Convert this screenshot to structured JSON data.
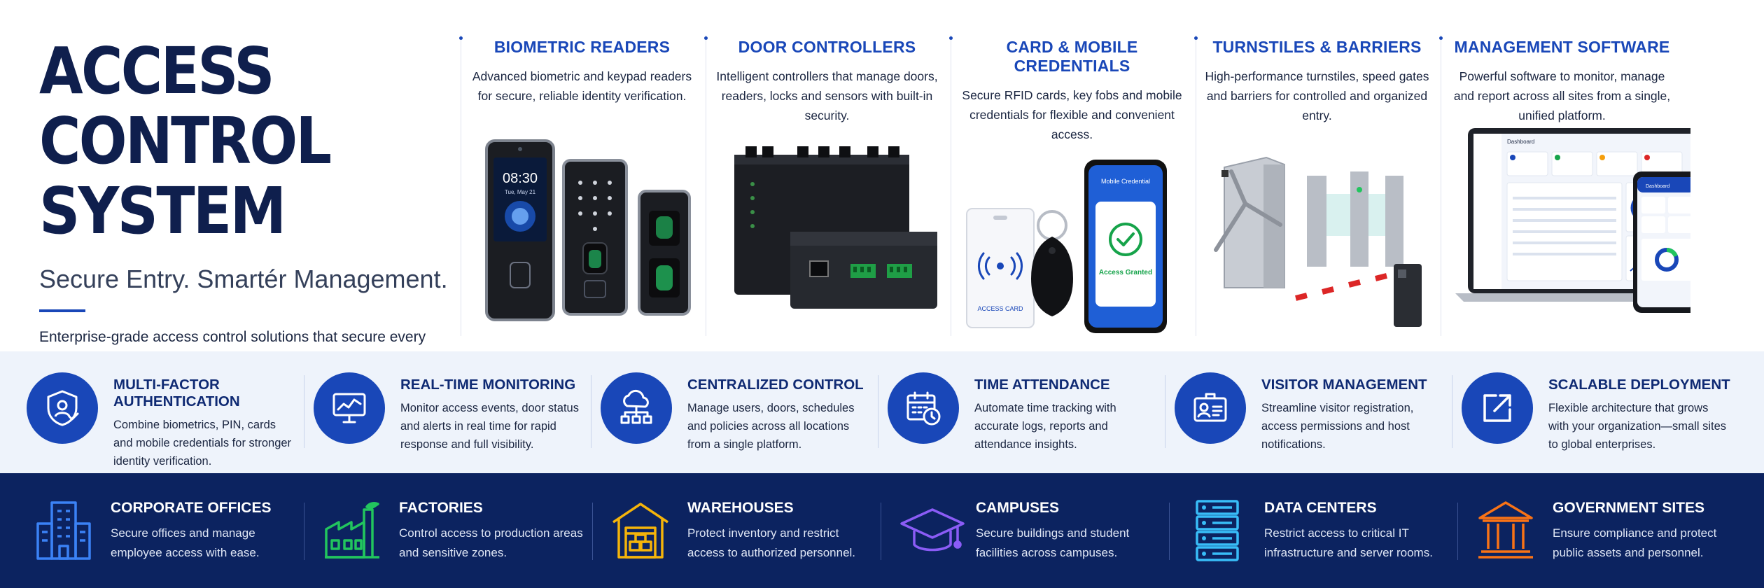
{
  "hero": {
    "title_line1": "ACCESS CONTROL",
    "title_line2": "SYSTEM",
    "subtitle": "Secure Entry. Smartér Management.",
    "description": "Enterprise-grade access control solutions that secure every entry point and simplify operations across offices, factories, campuses, warehouses, data centers, and other high-security environments."
  },
  "products": [
    {
      "title": "BIOMETRIC READERS",
      "description": "Advanced biometric and keypad readers for secure, reliable identity verification.",
      "screen_time": "08:30",
      "screen_date": "Tue, May 21"
    },
    {
      "title": "DOOR CONTROLLERS",
      "description": "Intelligent controllers that manage doors, readers, locks and sensors with built-in security."
    },
    {
      "title": "CARD & MOBILE CREDENTIALS",
      "description": "Secure RFID cards, key fobs and mobile credentials for flexible and convenient access.",
      "card_label": "ACCESS CARD",
      "phone_header": "Mobile Credential",
      "phone_status": "Access Granted"
    },
    {
      "title": "TURNSTILES & BARRIERS",
      "description": "High-performance turnstiles, speed gates and barriers for controlled and organized entry."
    },
    {
      "title": "MANAGEMENT SOFTWARE",
      "description": "Powerful software to monitor, manage and report across all sites from a single, unified platform.",
      "laptop_header": "Dashboard",
      "phone_header": "Dashboard"
    }
  ],
  "features": [
    {
      "title": "MULTI-FACTOR AUTHENTICATION",
      "description": "Combine biometrics, PIN, cards and mobile credentials for stronger identity verification.",
      "icon": "shield-user-icon"
    },
    {
      "title": "REAL-TIME MONITORING",
      "description": "Monitor access events, door status and alerts in real time for rapid response and full visibility.",
      "icon": "monitor-chart-icon"
    },
    {
      "title": "CENTRALIZED CONTROL",
      "description": "Manage users, doors, schedules and policies across all locations from a single platform.",
      "icon": "cloud-network-icon"
    },
    {
      "title": "TIME ATTENDANCE",
      "description": "Automate time tracking with accurate logs, reports and attendance insights.",
      "icon": "calendar-clock-icon"
    },
    {
      "title": "VISITOR MANAGEMENT",
      "description": "Streamline visitor registration, access permissions and host notifications.",
      "icon": "id-badge-icon"
    },
    {
      "title": "SCALABLE DEPLOYMENT",
      "description": "Flexible architecture that grows with your organization—small sites to global enterprises.",
      "icon": "expand-arrow-icon"
    }
  ],
  "verticals": [
    {
      "title": "CORPORATE OFFICES",
      "description": "Secure offices and manage employee access with ease.",
      "icon": "office-building-icon",
      "color": "#3b82f6"
    },
    {
      "title": "FACTORIES",
      "description": "Control access to production areas and sensitive zones.",
      "icon": "factory-icon",
      "color": "#22c55e"
    },
    {
      "title": "WAREHOUSES",
      "description": "Protect inventory and restrict access to authorized personnel.",
      "icon": "warehouse-icon",
      "color": "#f5b40a"
    },
    {
      "title": "CAMPUSES",
      "description": "Secure buildings and student facilities across campuses.",
      "icon": "graduation-cap-icon",
      "color": "#8b5cf6"
    },
    {
      "title": "DATA CENTERS",
      "description": "Restrict access to critical IT infrastructure and server rooms.",
      "icon": "server-rack-icon",
      "color": "#38bdf8"
    },
    {
      "title": "GOVERNMENT SITES",
      "description": "Ensure compliance and protect public assets and personnel.",
      "icon": "government-building-icon",
      "color": "#f97316"
    }
  ],
  "colors": {
    "brand_blue": "#1947b8",
    "navy": "#0c2360",
    "success_green": "#16a34a"
  }
}
